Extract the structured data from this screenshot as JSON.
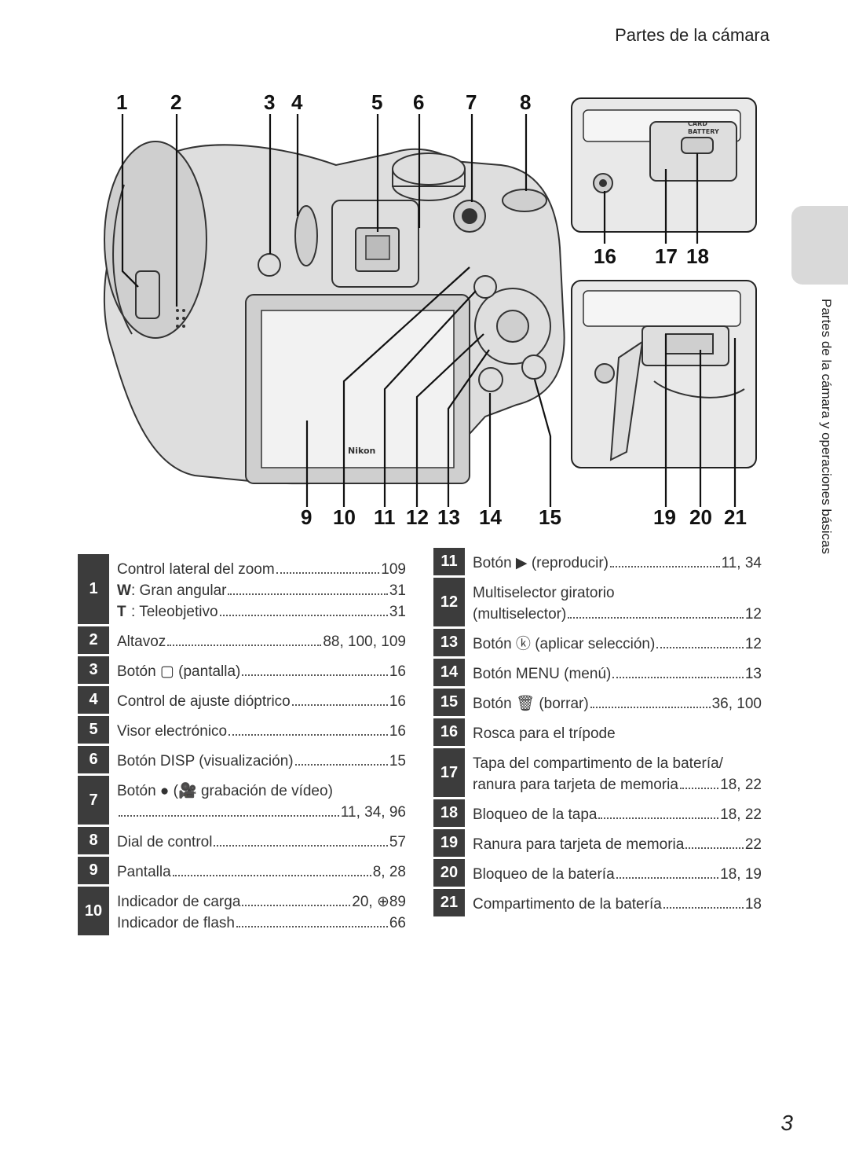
{
  "header": {
    "title": "Partes de la cámara"
  },
  "side_tab": {
    "text": "Partes de la cámara y operaciones básicas"
  },
  "page_number": "3",
  "figure": {
    "top_labels": [
      "1",
      "2",
      "3",
      "4",
      "5",
      "6",
      "7",
      "8"
    ],
    "right_top_labels": [
      "16",
      "17",
      "18"
    ],
    "bottom_labels": [
      "9",
      "10",
      "11",
      "12",
      "13",
      "14",
      "15"
    ],
    "right_bottom_labels": [
      "19",
      "20",
      "21"
    ],
    "battery_door_text": [
      "CARD",
      "BATTERY"
    ],
    "brand": "Nikon"
  },
  "left_table": [
    {
      "num": "1",
      "lines": [
        {
          "text": "Control lateral del zoom",
          "page": "109"
        },
        {
          "sym": "W",
          "text": ":  Gran angular",
          "page": "31"
        },
        {
          "sym": "T",
          "text": ":  Teleobjetivo",
          "page": "31"
        }
      ]
    },
    {
      "num": "2",
      "lines": [
        {
          "text": "Altavoz",
          "page": "88, 100, 109"
        }
      ]
    },
    {
      "num": "3",
      "lines": [
        {
          "text": "Botón ▢ (pantalla)",
          "page": "16"
        }
      ]
    },
    {
      "num": "4",
      "lines": [
        {
          "text": "Control de ajuste dióptrico",
          "page": "16"
        }
      ]
    },
    {
      "num": "5",
      "lines": [
        {
          "text": "Visor electrónico",
          "page": "16"
        }
      ]
    },
    {
      "num": "6",
      "lines": [
        {
          "text": "Botón DISP (visualización)",
          "page": "15"
        }
      ]
    },
    {
      "num": "7",
      "lines": [
        {
          "text": "Botón ● (🎥 grabación de vídeo)",
          "page": ""
        },
        {
          "text": "",
          "page": "11, 34, 96"
        }
      ]
    },
    {
      "num": "8",
      "lines": [
        {
          "text": "Dial de control",
          "page": "57"
        }
      ]
    },
    {
      "num": "9",
      "lines": [
        {
          "text": "Pantalla",
          "page": "8, 28"
        }
      ]
    },
    {
      "num": "10",
      "lines": [
        {
          "text": "Indicador de carga",
          "page": "20, ⊕89"
        },
        {
          "text": "Indicador de flash",
          "page": "66"
        }
      ]
    }
  ],
  "right_table": [
    {
      "num": "11",
      "lines": [
        {
          "text": "Botón ▶ (reproducir)",
          "page": "11, 34"
        }
      ]
    },
    {
      "num": "12",
      "lines": [
        {
          "text": "Multiselector giratorio",
          "page": ""
        },
        {
          "text": "(multiselector)",
          "page": "12"
        }
      ]
    },
    {
      "num": "13",
      "lines": [
        {
          "text": "Botón ⓚ (aplicar selección)",
          "page": "12"
        }
      ]
    },
    {
      "num": "14",
      "lines": [
        {
          "text": "Botón MENU (menú)",
          "page": "13"
        }
      ]
    },
    {
      "num": "15",
      "lines": [
        {
          "text": "Botón 🗑 (borrar)",
          "page": "36, 100"
        }
      ]
    },
    {
      "num": "16",
      "lines": [
        {
          "text": "Rosca para el trípode",
          "page": ""
        }
      ]
    },
    {
      "num": "17",
      "lines": [
        {
          "text": "Tapa del compartimento de la batería/",
          "page": ""
        },
        {
          "text": "ranura para tarjeta de memoria",
          "page": "18, 22"
        }
      ]
    },
    {
      "num": "18",
      "lines": [
        {
          "text": "Bloqueo de la tapa",
          "page": "18, 22"
        }
      ]
    },
    {
      "num": "19",
      "lines": [
        {
          "text": "Ranura para tarjeta de memoria",
          "page": "22"
        }
      ]
    },
    {
      "num": "20",
      "lines": [
        {
          "text": "Bloqueo de la batería",
          "page": "18, 19"
        }
      ]
    },
    {
      "num": "21",
      "lines": [
        {
          "text": "Compartimento de la batería",
          "page": "18"
        }
      ]
    }
  ]
}
